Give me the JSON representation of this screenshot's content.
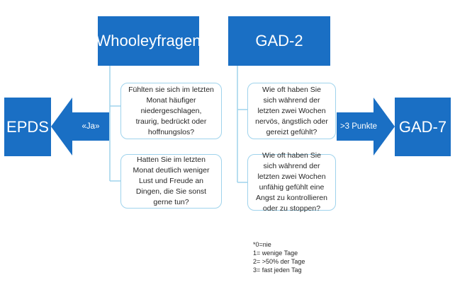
{
  "headers": {
    "whooley": "Whooleyfragen",
    "gad2": "GAD-2"
  },
  "terminals": {
    "left": "EPDS",
    "right": "GAD-7"
  },
  "arrows": {
    "left_label": "«Ja»",
    "right_label": ">3 Punkte"
  },
  "questions": {
    "whooley": [
      "Fühlten sie sich im letzten Monat häufiger niedergeschlagen, traurig, bedrückt oder hoffnungslos?",
      "Hatten Sie im letzten Monat deutlich weniger Lust und Freude an Dingen, die Sie sonst gerne tun?"
    ],
    "gad2": [
      "Wie oft haben Sie sich während der letzten zwei Wochen nervös, ängstlich oder gereizt gefühlt?",
      "Wie oft haben Sie sich während der letzten zwei Wochen unfähig gefühlt eine Angst zu kontrollieren oder zu stoppen?"
    ]
  },
  "legend": [
    "*0=nie",
    "1= wenige Tage",
    "2= >50% der Tage",
    "3= fast jeden Tag"
  ],
  "colors": {
    "primary_blue": "#1a6fc4",
    "box_border": "#9fd3ec",
    "connector": "#9fd3ec"
  }
}
